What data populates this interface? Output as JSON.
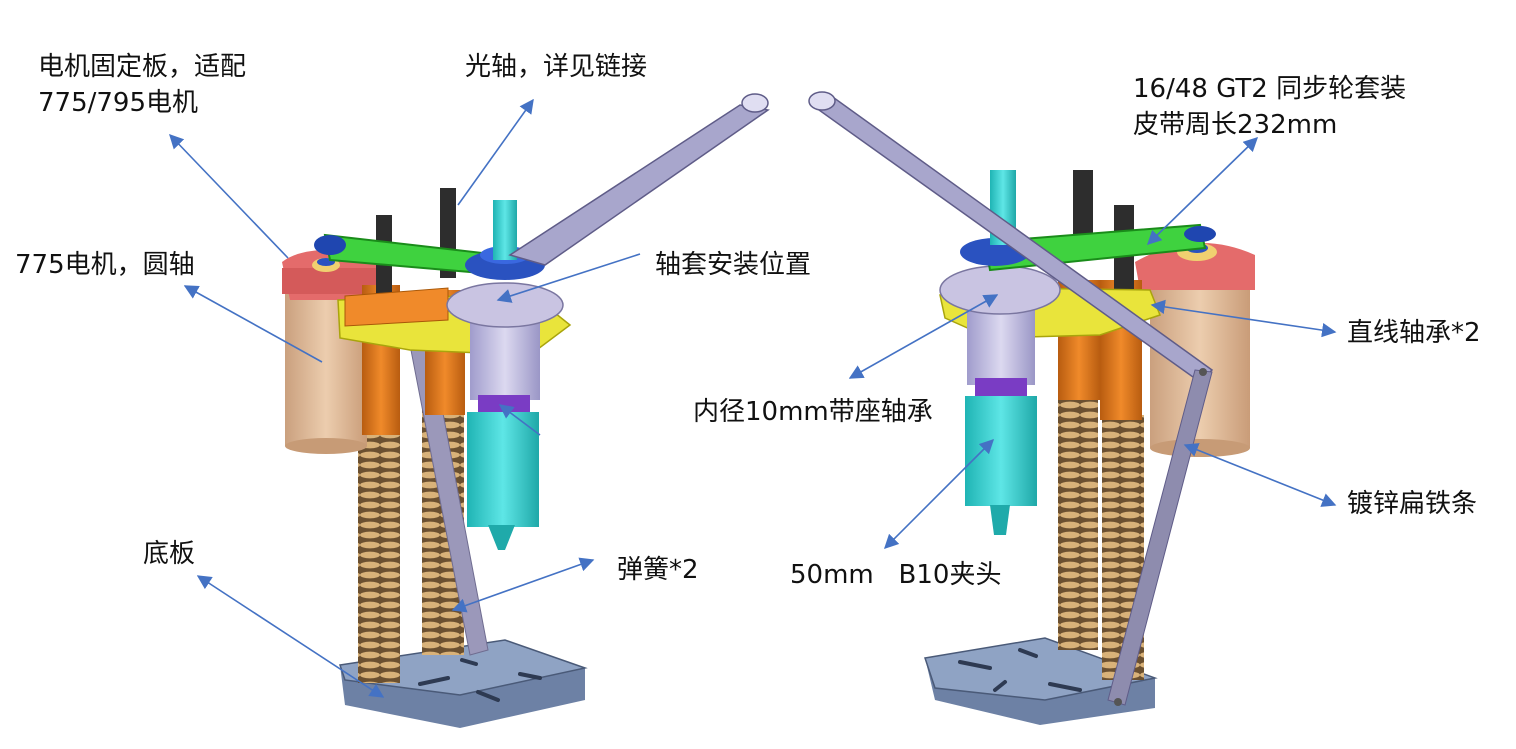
{
  "labels": {
    "motor_plate_l1": "电机固定板，适配",
    "motor_plate_l2": "775/795电机",
    "shaft": "光轴，详见链接",
    "motor": "775电机，圆轴",
    "sleeve_pos": "轴套安装位置",
    "base": "底板",
    "spring": "弹簧*2",
    "pulley_l1": "16/48 GT2 同步轮套装",
    "pulley_l2": "皮带周长232mm",
    "linear_bearing": "直线轴承*2",
    "pillow_bearing": "内径10mm带座轴承",
    "flat_iron": "镀锌扁铁条",
    "chuck": "50mm   B10夹头"
  },
  "colors": {
    "arrow": "#4472c4",
    "base_plate": "#7f93b5",
    "spring": "#b58a4a",
    "motor_body": "#e3c3a2",
    "motor_plate": "#e06a6a",
    "linear_bearing": "#e07a1a",
    "yellow_plate": "#e8e23a",
    "belt": "#3bd43b",
    "pulley": "#2a52c0",
    "spindle": "#3fd6d6",
    "bearing_housing": "#c7c2e0",
    "rod": "#2a2a2a",
    "lever": "#9a98c0"
  }
}
